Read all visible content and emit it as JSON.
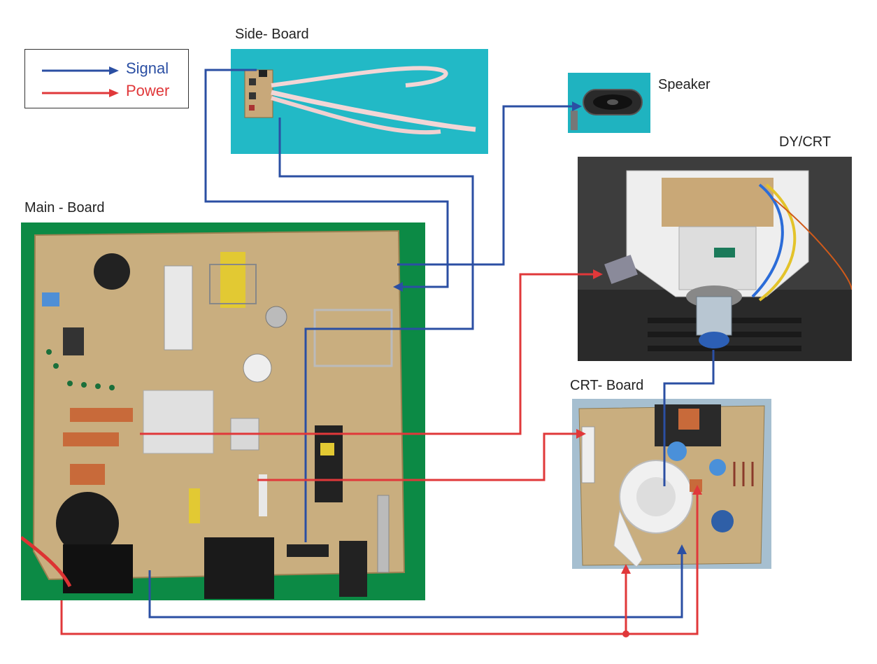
{
  "legend": {
    "signal_label": "Signal",
    "power_label": "Power",
    "signal_color": "#2b4fa3",
    "power_color": "#e0383a"
  },
  "boards": {
    "side_board": "Side- Board",
    "speaker": "Speaker",
    "dy_crt": "DY/CRT",
    "main_board": "Main - Board",
    "crt_board": "CRT- Board"
  },
  "colors": {
    "main_board_pcb": "#c9ae7f",
    "main_board_bg": "#0c8a45",
    "side_board_bg": "#22b9c6",
    "crt_board_bg": "#a6bfd0",
    "dy_crt_bg": "#4a4a4a"
  }
}
